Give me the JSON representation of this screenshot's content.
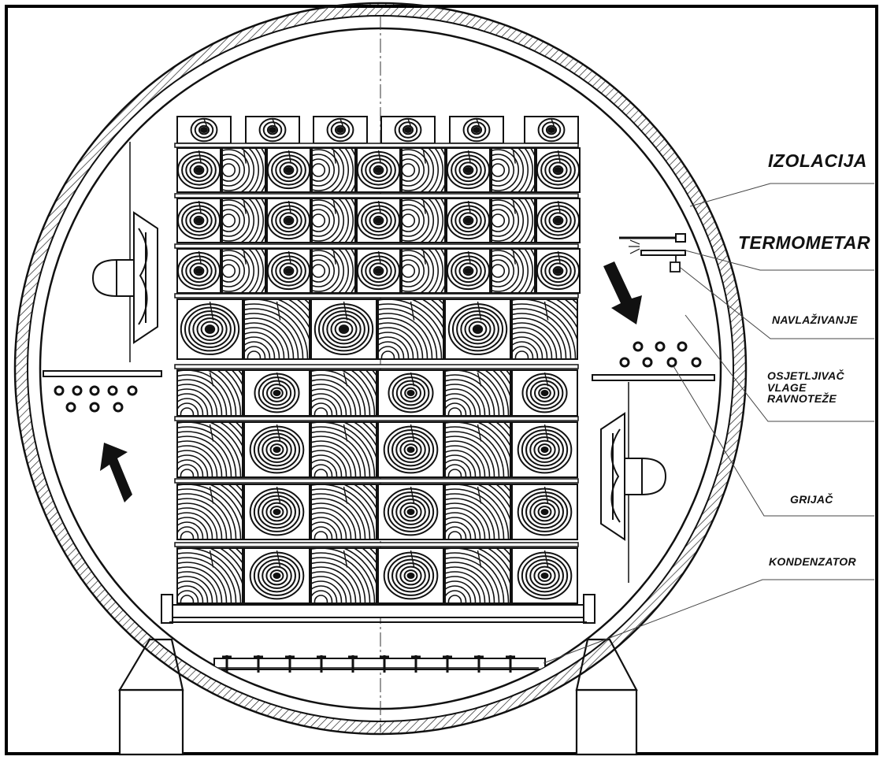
{
  "labels": {
    "izolacija": "IZOLACIJA",
    "termometar": "TERMOMETAR",
    "navlazivanje": "NAVLAŽIVANJE",
    "osjetljivac_line1": "OSJETLJIVAČ",
    "osjetljivac_line2": "VLAGE",
    "osjetljivac_line3": "RAVNOTEŽE",
    "grijac": "GRIJAČ",
    "kondenzator": "KONDENZATOR"
  },
  "colors": {
    "ink": "#111111",
    "paper": "#ffffff"
  },
  "icons": [
    "fan-icon",
    "airflow-arrow-icon",
    "heater-tube-icon",
    "thermometer-icon",
    "sensor-icon"
  ]
}
